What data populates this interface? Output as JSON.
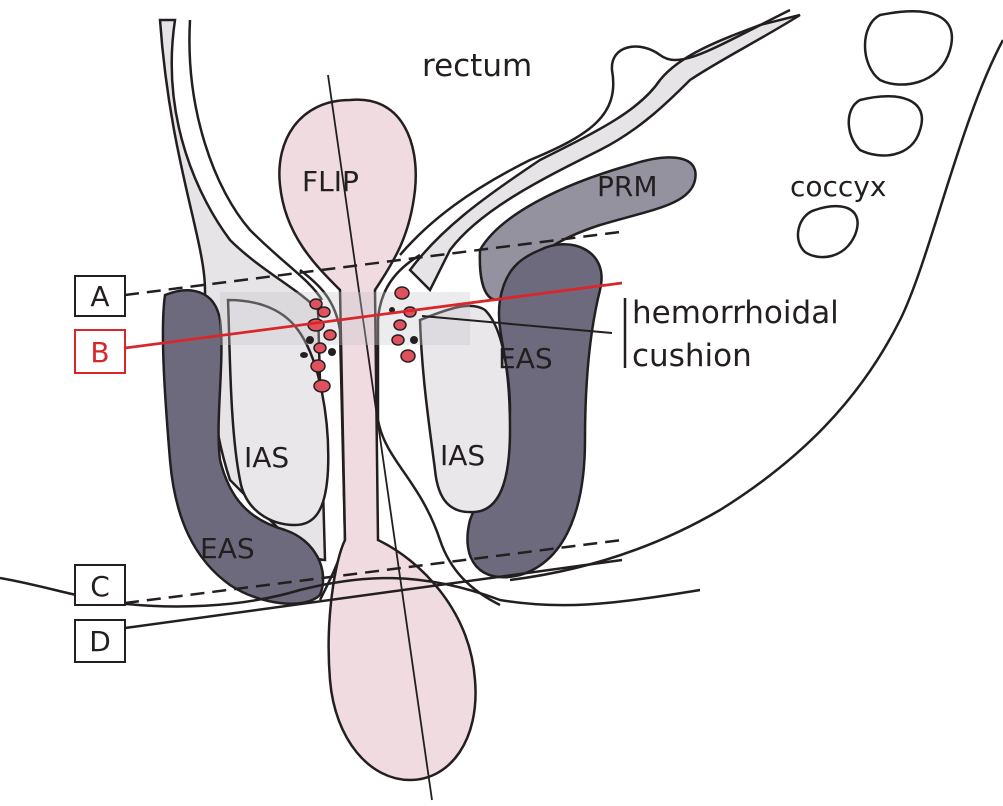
{
  "labels": {
    "rectum": "rectum",
    "flip": "FLIP",
    "prm": "PRM",
    "coccyx": "coccyx",
    "hemorrhoidal_line1": "hemorrhoidal",
    "hemorrhoidal_line2": "cushion",
    "eas_right": "EAS",
    "eas_left": "EAS",
    "ias_left": "IAS",
    "ias_right": "IAS"
  },
  "planes": [
    {
      "id": "A",
      "label": "A"
    },
    {
      "id": "B",
      "label": "B"
    },
    {
      "id": "C",
      "label": "C"
    },
    {
      "id": "D",
      "label": "D"
    }
  ],
  "colors": {
    "outline": "#231f20",
    "mucosa": "#e6e4e7",
    "sphincter_dark": "#6d6a7d",
    "prm": "#9592a0",
    "flip": "#f0dbe0",
    "cushion": "#e0515e",
    "highlight_plane": "#d9262b",
    "ias_fill": "#e9e7ea"
  }
}
